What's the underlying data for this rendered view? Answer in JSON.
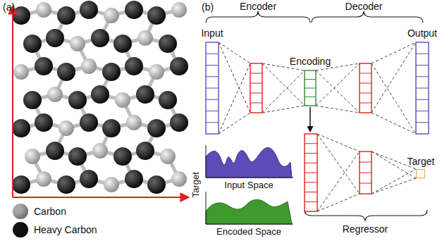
{
  "diagram": {
    "nodes": [
      {
        "text": [
          "Input"
        ]
      },
      {
        "text": [
          "Encoding"
        ]
      },
      {
        "text": [
          "Output"
        ]
      },
      {
        "text": [
          "Target"
        ]
      }
    ],
    "labels": [
      "(a)",
      "(b)",
      "Encoder",
      "Decoder",
      "Regressor",
      "Target",
      "Input Space",
      "Encoded Space"
    ],
    "legend": [
      {
        "text": "Carbon",
        "color": "#a8a8a8"
      },
      {
        "text": "Heavy Carbon",
        "color": "#141414"
      }
    ]
  }
}
